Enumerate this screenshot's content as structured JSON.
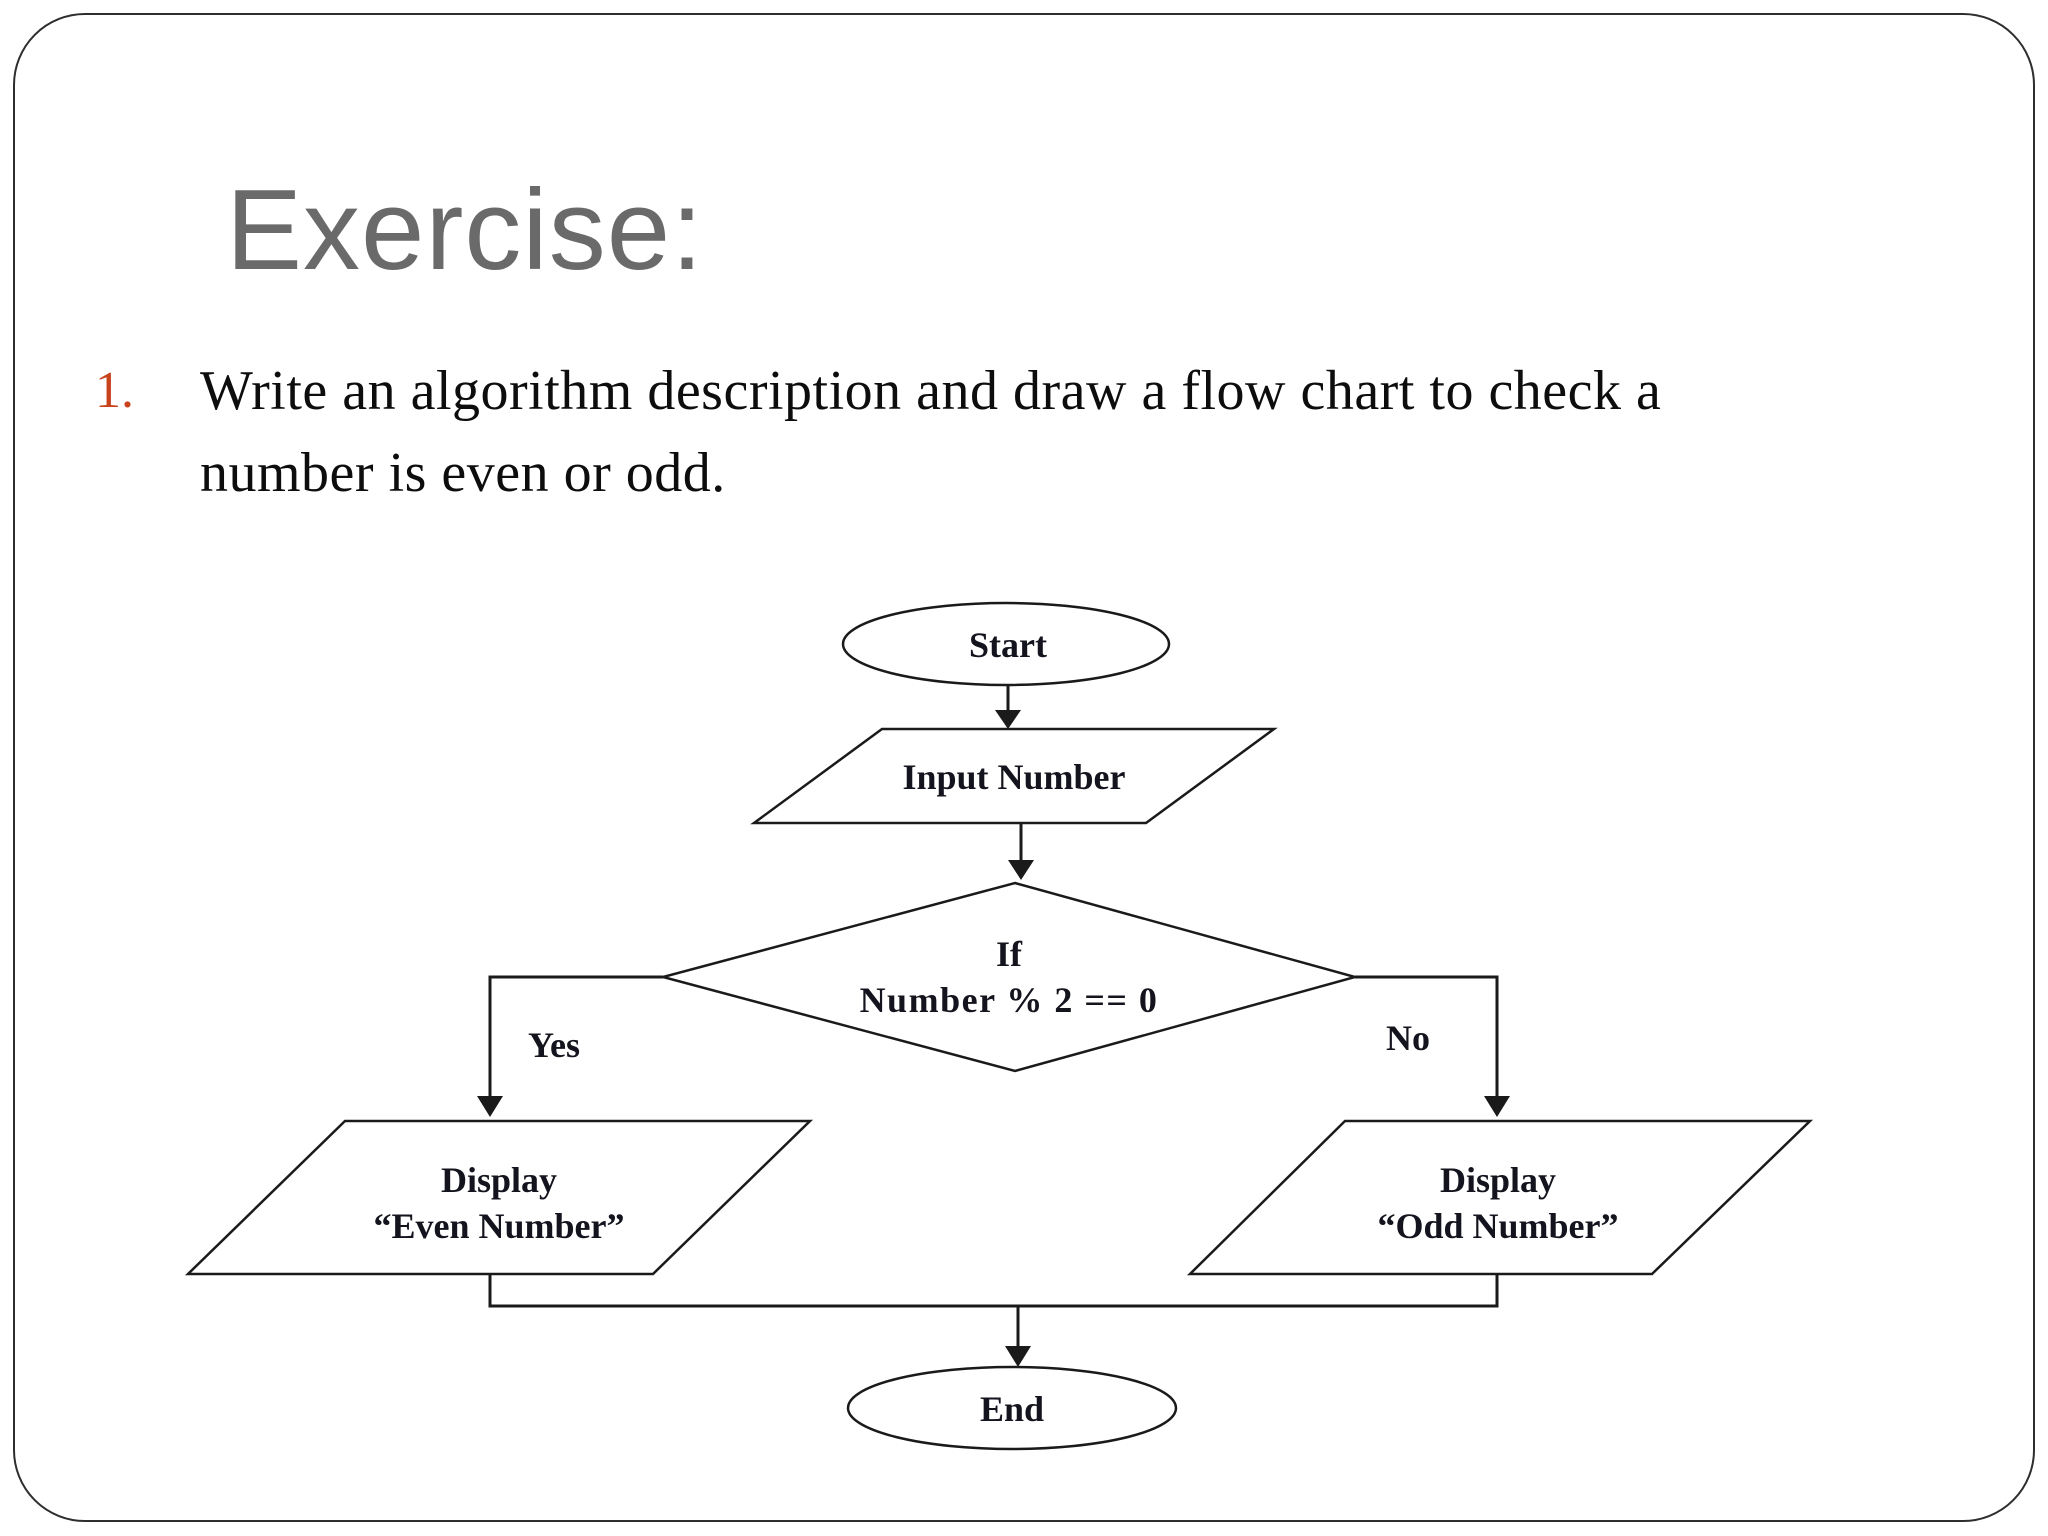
{
  "slide": {
    "title": "Exercise:",
    "item": {
      "number": "1.",
      "line1": "Write an algorithm description and draw a flow chart to check a",
      "line2": "number is even or odd."
    }
  },
  "flowchart": {
    "start_label": "Start",
    "input_label": "Input Number",
    "decision_line1": "If",
    "decision_line2": "Number % 2 == 0",
    "yes_label": "Yes",
    "no_label": "No",
    "display_even_line1": "Display",
    "display_even_line2": "“Even Number”",
    "display_odd_line1": "Display",
    "display_odd_line2": "“Odd Number”",
    "end_label": "End"
  },
  "colors": {
    "title_gray": "#6a6a6a",
    "list_number_orange": "#c8431b",
    "body_text": "#0d0d0d",
    "flowchart_line": "#1a1a1a"
  }
}
